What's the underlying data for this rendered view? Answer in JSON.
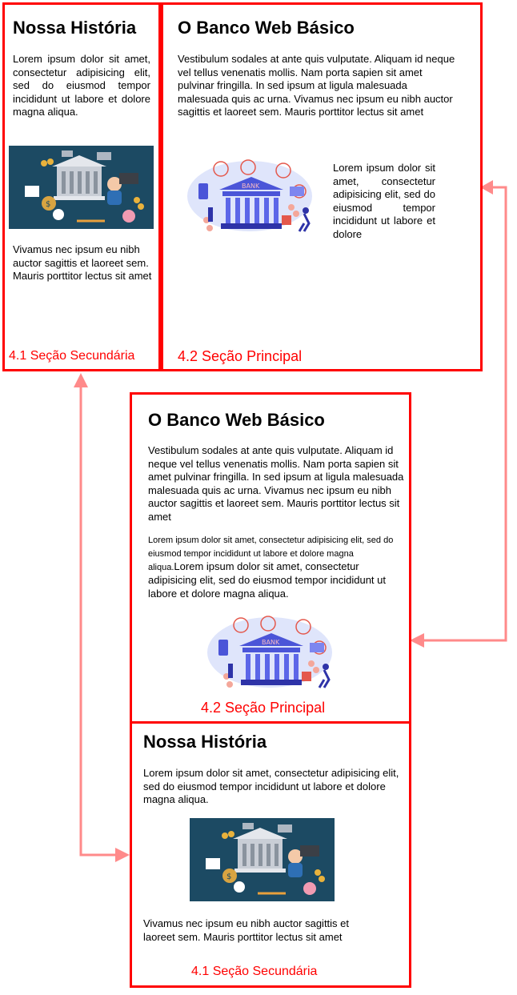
{
  "top_left": {
    "title": "Nossa História",
    "paragraph1": "Lorem ipsum dolor sit amet, consectetur adipisicing elit, sed do eiusmod tempor incididunt ut labore et dolore magna aliqua.",
    "paragraph2": "Vivamus nec ipsum eu nibh auctor sagittis et laoreet sem. Mauris porttitor lectus sit amet",
    "caption": "4.1 Seção Secundária"
  },
  "top_right": {
    "title": "O Banco Web Básico",
    "paragraph1": "Vestibulum sodales at ante quis vulputate. Aliquam id neque vel tellus venenatis mollis. Nam porta sapien sit amet pulvinar fringilla. In sed ipsum at ligula malesuada malesuada quis ac urna. Vivamus nec ipsum eu nibh auctor sagittis et laoreet sem. Mauris porttitor lectus sit amet",
    "side_text": "Lorem ipsum dolor sit amet, consectetur adipisicing elit, sed do eiusmod tempor incididunt ut labore et dolore",
    "bank_label": "BANK",
    "caption": "4.2 Seção Principal"
  },
  "bottom_main": {
    "title": "O Banco Web Básico",
    "paragraph1": "Vestibulum sodales at ante quis vulputate. Aliquam id neque vel tellus venenatis mollis. Nam porta sapien sit amet pulvinar fringilla. In sed ipsum at ligula malesuada malesuada quis ac urna. Vivamus nec ipsum eu nibh auctor sagittis et laoreet sem. Mauris porttitor lectus sit amet",
    "small_text": "Lorem ipsum dolor sit amet, consectetur adipisicing elit, sed do eiusmod tempor incididunt ut labore et dolore magna aliqua.",
    "paragraph2": "Lorem ipsum dolor sit amet, consectetur adipisicing elit, sed do eiusmod tempor incididunt ut labore et dolore magna aliqua.",
    "bank_label": "BANK",
    "caption": "4.2 Seção Principal"
  },
  "bottom_secondary": {
    "title": "Nossa História",
    "paragraph1": "Lorem ipsum dolor sit amet, consectetur adipisicing elit, sed do eiusmod tempor incididunt ut labore et dolore magna aliqua.",
    "paragraph2": "Vivamus nec ipsum eu nibh auctor sagittis et laoreet sem. Mauris porttitor lectus sit amet",
    "caption": "4.1 Seção Secundária"
  },
  "colors": {
    "box_border": "#ff0000",
    "arrow": "#ff8a8a",
    "caption": "#ff0000",
    "illustration_bg": "#1c4a63",
    "bank_blue": "#4b55d8"
  },
  "icons": [
    "finance-illustration",
    "bank-illustration",
    "double-arrow-left",
    "double-arrow-right"
  ]
}
